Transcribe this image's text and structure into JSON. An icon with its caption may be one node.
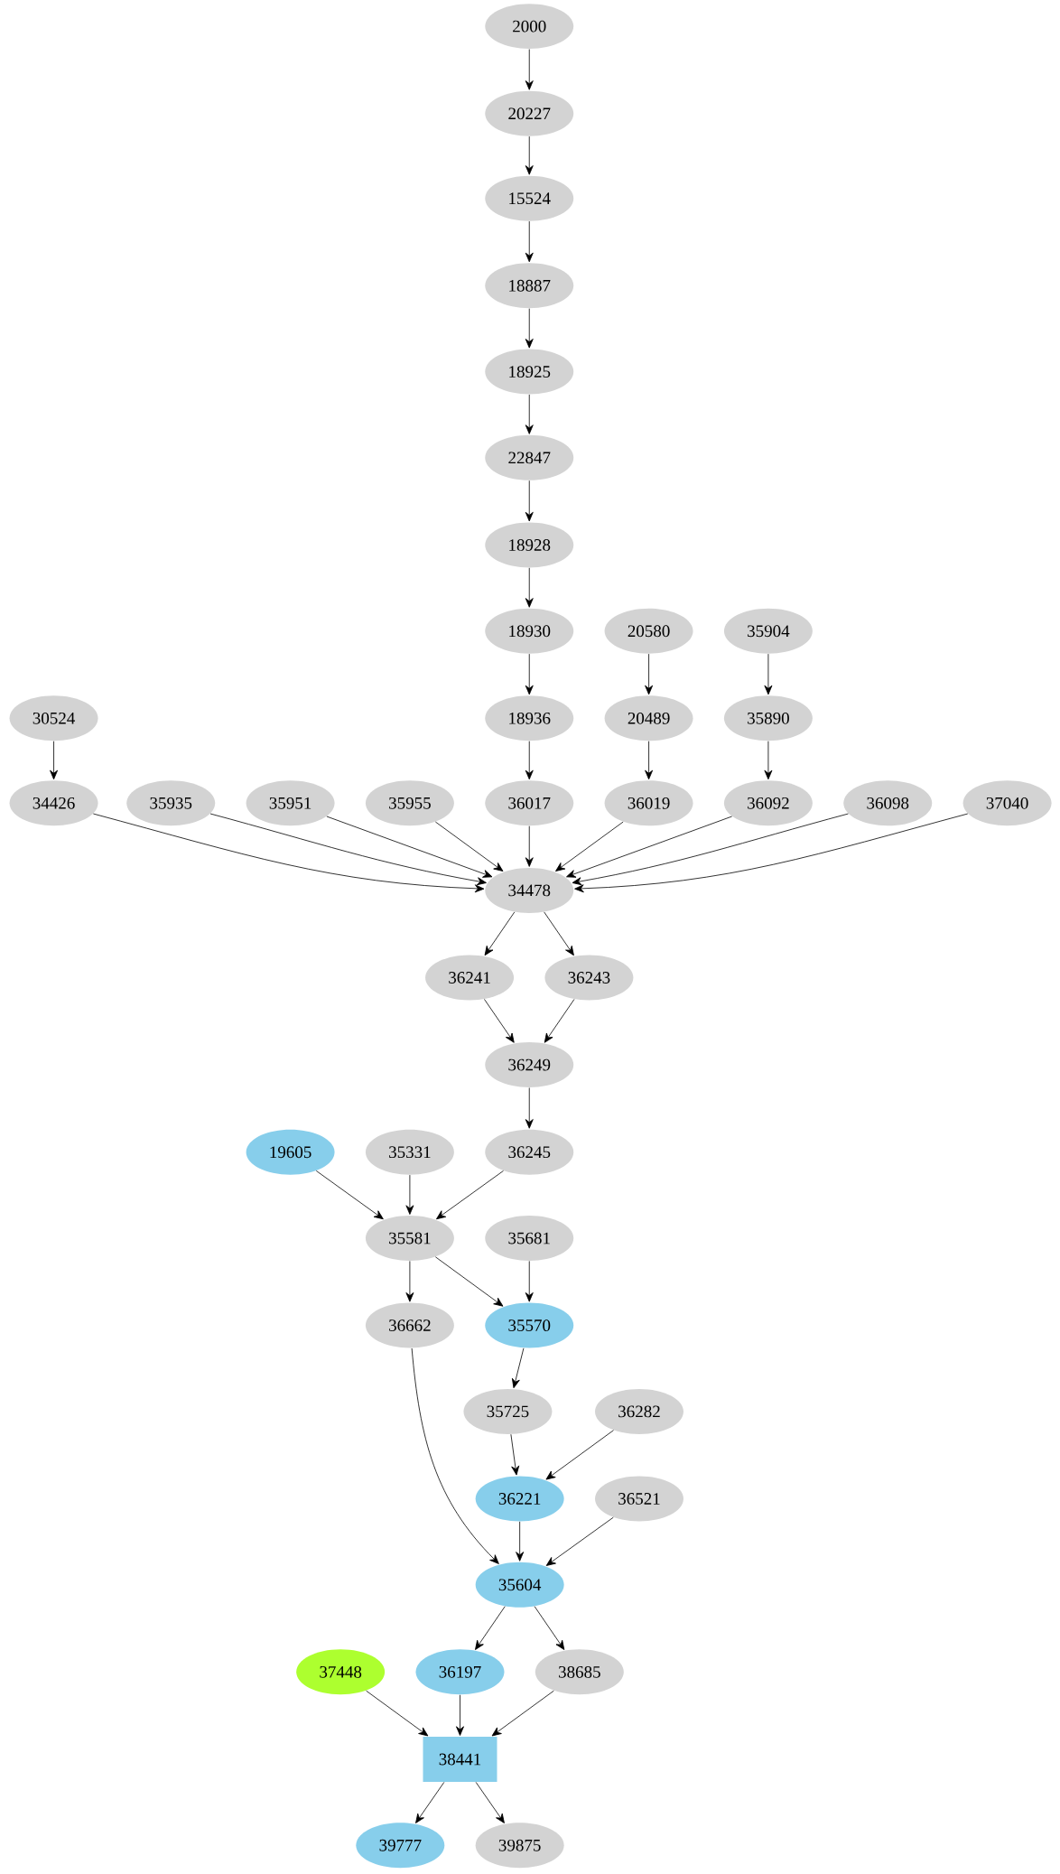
{
  "diagram": {
    "nodes": [
      {
        "text": [
          "2000"
        ]
      },
      {
        "text": [
          "20227"
        ]
      },
      {
        "text": [
          "15524"
        ]
      },
      {
        "text": [
          "18887"
        ]
      },
      {
        "text": [
          "18925"
        ]
      },
      {
        "text": [
          "22847"
        ]
      },
      {
        "text": [
          "18928"
        ]
      },
      {
        "text": [
          "18930"
        ]
      },
      {
        "text": [
          "20580"
        ]
      },
      {
        "text": [
          "35904"
        ]
      },
      {
        "text": [
          "30524"
        ]
      },
      {
        "text": [
          "18936"
        ]
      },
      {
        "text": [
          "20489"
        ]
      },
      {
        "text": [
          "35890"
        ]
      },
      {
        "text": [
          "34426"
        ]
      },
      {
        "text": [
          "35935"
        ]
      },
      {
        "text": [
          "35951"
        ]
      },
      {
        "text": [
          "35955"
        ]
      },
      {
        "text": [
          "36017"
        ]
      },
      {
        "text": [
          "36019"
        ]
      },
      {
        "text": [
          "36092"
        ]
      },
      {
        "text": [
          "36098"
        ]
      },
      {
        "text": [
          "37040"
        ]
      },
      {
        "text": [
          "34478"
        ]
      },
      {
        "text": [
          "36241"
        ]
      },
      {
        "text": [
          "36243"
        ]
      },
      {
        "text": [
          "36249"
        ]
      },
      {
        "text": [
          "19605"
        ]
      },
      {
        "text": [
          "35331"
        ]
      },
      {
        "text": [
          "36245"
        ]
      },
      {
        "text": [
          "35581"
        ]
      },
      {
        "text": [
          "35681"
        ]
      },
      {
        "text": [
          "36662"
        ]
      },
      {
        "text": [
          "35570"
        ]
      },
      {
        "text": [
          "35725"
        ]
      },
      {
        "text": [
          "36282"
        ]
      },
      {
        "text": [
          "36221"
        ]
      },
      {
        "text": [
          "36521"
        ]
      },
      {
        "text": [
          "35604"
        ]
      },
      {
        "text": [
          "37448"
        ]
      },
      {
        "text": [
          "36197"
        ]
      },
      {
        "text": [
          "38685"
        ]
      },
      {
        "text": [
          "38441"
        ]
      },
      {
        "text": [
          "39777"
        ]
      },
      {
        "text": [
          "39875"
        ]
      }
    ],
    "edges": [
      {
        "from": 0,
        "to": 1,
        "arrow": "to"
      },
      {
        "from": 1,
        "to": 2,
        "arrow": "to"
      },
      {
        "from": 2,
        "to": 3,
        "arrow": "to"
      },
      {
        "from": 3,
        "to": 4,
        "arrow": "to"
      },
      {
        "from": 4,
        "to": 5,
        "arrow": "to"
      },
      {
        "from": 5,
        "to": 6,
        "arrow": "to"
      },
      {
        "from": 6,
        "to": 7,
        "arrow": "to"
      },
      {
        "from": 7,
        "to": 11,
        "arrow": "to"
      },
      {
        "from": 8,
        "to": 12,
        "arrow": "to"
      },
      {
        "from": 9,
        "to": 13,
        "arrow": "to"
      },
      {
        "from": 10,
        "to": 14,
        "arrow": "to"
      },
      {
        "from": 11,
        "to": 18,
        "arrow": "to"
      },
      {
        "from": 12,
        "to": 19,
        "arrow": "to"
      },
      {
        "from": 13,
        "to": 20,
        "arrow": "to"
      },
      {
        "from": 14,
        "to": 23,
        "arrow": "to"
      },
      {
        "from": 15,
        "to": 23,
        "arrow": "to"
      },
      {
        "from": 16,
        "to": 23,
        "arrow": "to"
      },
      {
        "from": 17,
        "to": 23,
        "arrow": "to"
      },
      {
        "from": 18,
        "to": 23,
        "arrow": "to"
      },
      {
        "from": 19,
        "to": 23,
        "arrow": "to"
      },
      {
        "from": 20,
        "to": 23,
        "arrow": "to"
      },
      {
        "from": 21,
        "to": 23,
        "arrow": "to"
      },
      {
        "from": 22,
        "to": 23,
        "arrow": "to"
      },
      {
        "from": 23,
        "to": 24,
        "arrow": "to"
      },
      {
        "from": 23,
        "to": 25,
        "arrow": "to"
      },
      {
        "from": 24,
        "to": 26,
        "arrow": "to"
      },
      {
        "from": 25,
        "to": 26,
        "arrow": "to"
      },
      {
        "from": 26,
        "to": 29,
        "arrow": "to"
      },
      {
        "from": 27,
        "to": 30,
        "arrow": "to"
      },
      {
        "from": 28,
        "to": 30,
        "arrow": "to"
      },
      {
        "from": 29,
        "to": 30,
        "arrow": "to"
      },
      {
        "from": 30,
        "to": 32,
        "arrow": "to"
      },
      {
        "from": 30,
        "to": 33,
        "arrow": "to"
      },
      {
        "from": 31,
        "to": 33,
        "arrow": "to"
      },
      {
        "from": 33,
        "to": 34,
        "arrow": "to"
      },
      {
        "from": 34,
        "to": 36,
        "arrow": "to"
      },
      {
        "from": 35,
        "to": 36,
        "arrow": "to"
      },
      {
        "from": 32,
        "to": 38,
        "arrow": "to"
      },
      {
        "from": 36,
        "to": 38,
        "arrow": "to"
      },
      {
        "from": 37,
        "to": 38,
        "arrow": "to"
      },
      {
        "from": 38,
        "to": 40,
        "arrow": "to"
      },
      {
        "from": 38,
        "to": 41,
        "arrow": "to"
      },
      {
        "from": 39,
        "to": 42,
        "arrow": "to"
      },
      {
        "from": 40,
        "to": 42,
        "arrow": "to"
      },
      {
        "from": 41,
        "to": 42,
        "arrow": "to"
      },
      {
        "from": 42,
        "to": 43,
        "arrow": "to"
      },
      {
        "from": 42,
        "to": 44,
        "arrow": "to"
      }
    ]
  }
}
